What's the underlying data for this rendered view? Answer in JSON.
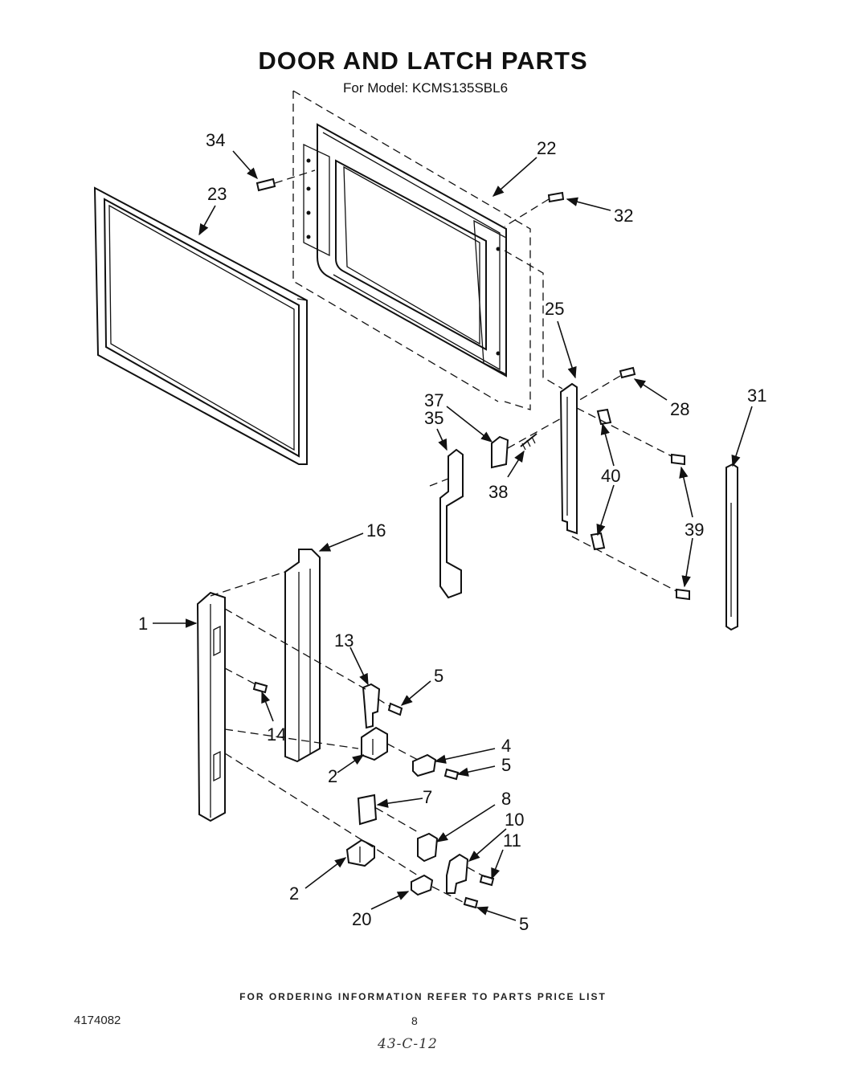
{
  "header": {
    "title": "DOOR AND LATCH PARTS",
    "subtitle": "For Model: KCMS135SBL6"
  },
  "callouts": {
    "c34": "34",
    "c23": "23",
    "c22": "22",
    "c32": "32",
    "c25": "25",
    "c28": "28",
    "c31": "31",
    "c37": "37",
    "c35": "35",
    "c38": "38",
    "c40": "40",
    "c39": "39",
    "c16": "16",
    "c1": "1",
    "c13": "13",
    "c5a": "5",
    "c14": "14",
    "c2a": "2",
    "c4": "4",
    "c5b": "5",
    "c7": "7",
    "c8": "8",
    "c10": "10",
    "c11": "11",
    "c2b": "2",
    "c20": "20",
    "c5c": "5"
  },
  "footer": {
    "ordering_note": "FOR ORDERING INFORMATION REFER TO PARTS PRICE LIST",
    "document_number": "4174082",
    "page_number": "8",
    "handwritten_note": "43-C-12"
  }
}
